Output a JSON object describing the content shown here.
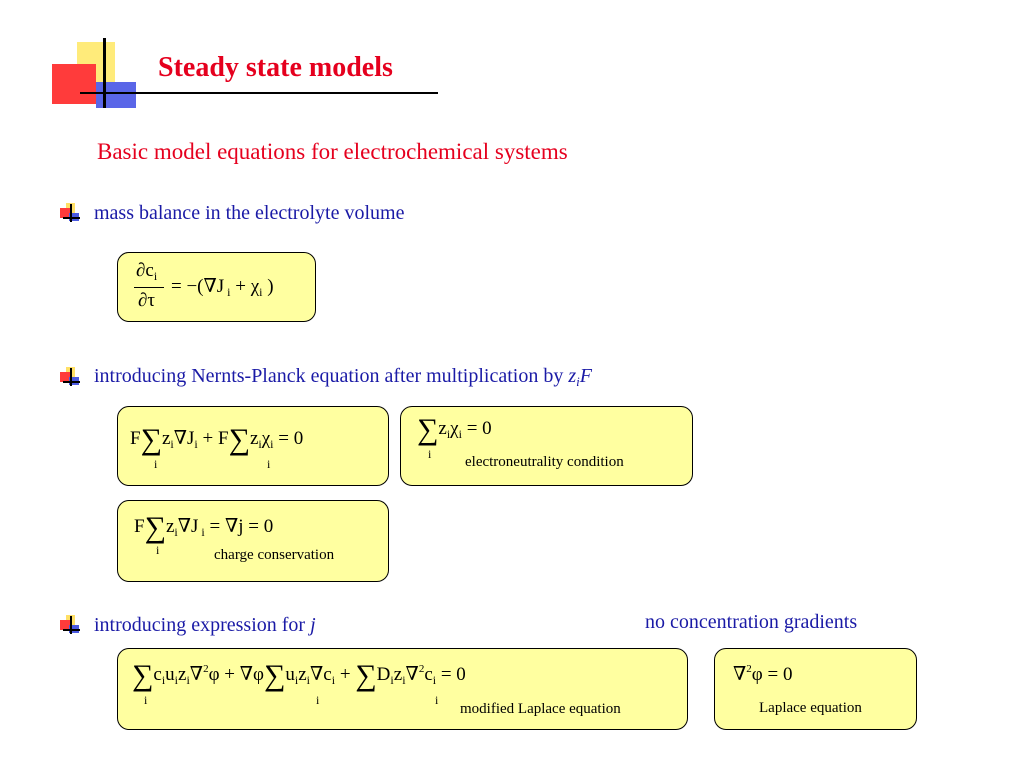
{
  "slide": {
    "title": "Steady state models",
    "subtitle": "Basic model equations for electrochemical systems",
    "bullets": [
      {
        "text": "mass balance in the electrolyte volume"
      },
      {
        "text": "introducing Nernts-Planck equation after multiplication by ",
        "italic_tail": "z",
        "italic_sub": "i",
        "italic_end": "F"
      },
      {
        "text": "introducing expression for ",
        "italic_tail": "j"
      }
    ],
    "note": "no concentration gradients",
    "captions": {
      "electroneutrality": "electroneutrality condition",
      "charge": "charge conservation",
      "modified_laplace": "modified Laplace equation",
      "laplace": "Laplace equation"
    }
  },
  "colors": {
    "title": "#e5001e",
    "bullet_text": "#1a1aa6",
    "box_fill": "#ffffa0"
  }
}
